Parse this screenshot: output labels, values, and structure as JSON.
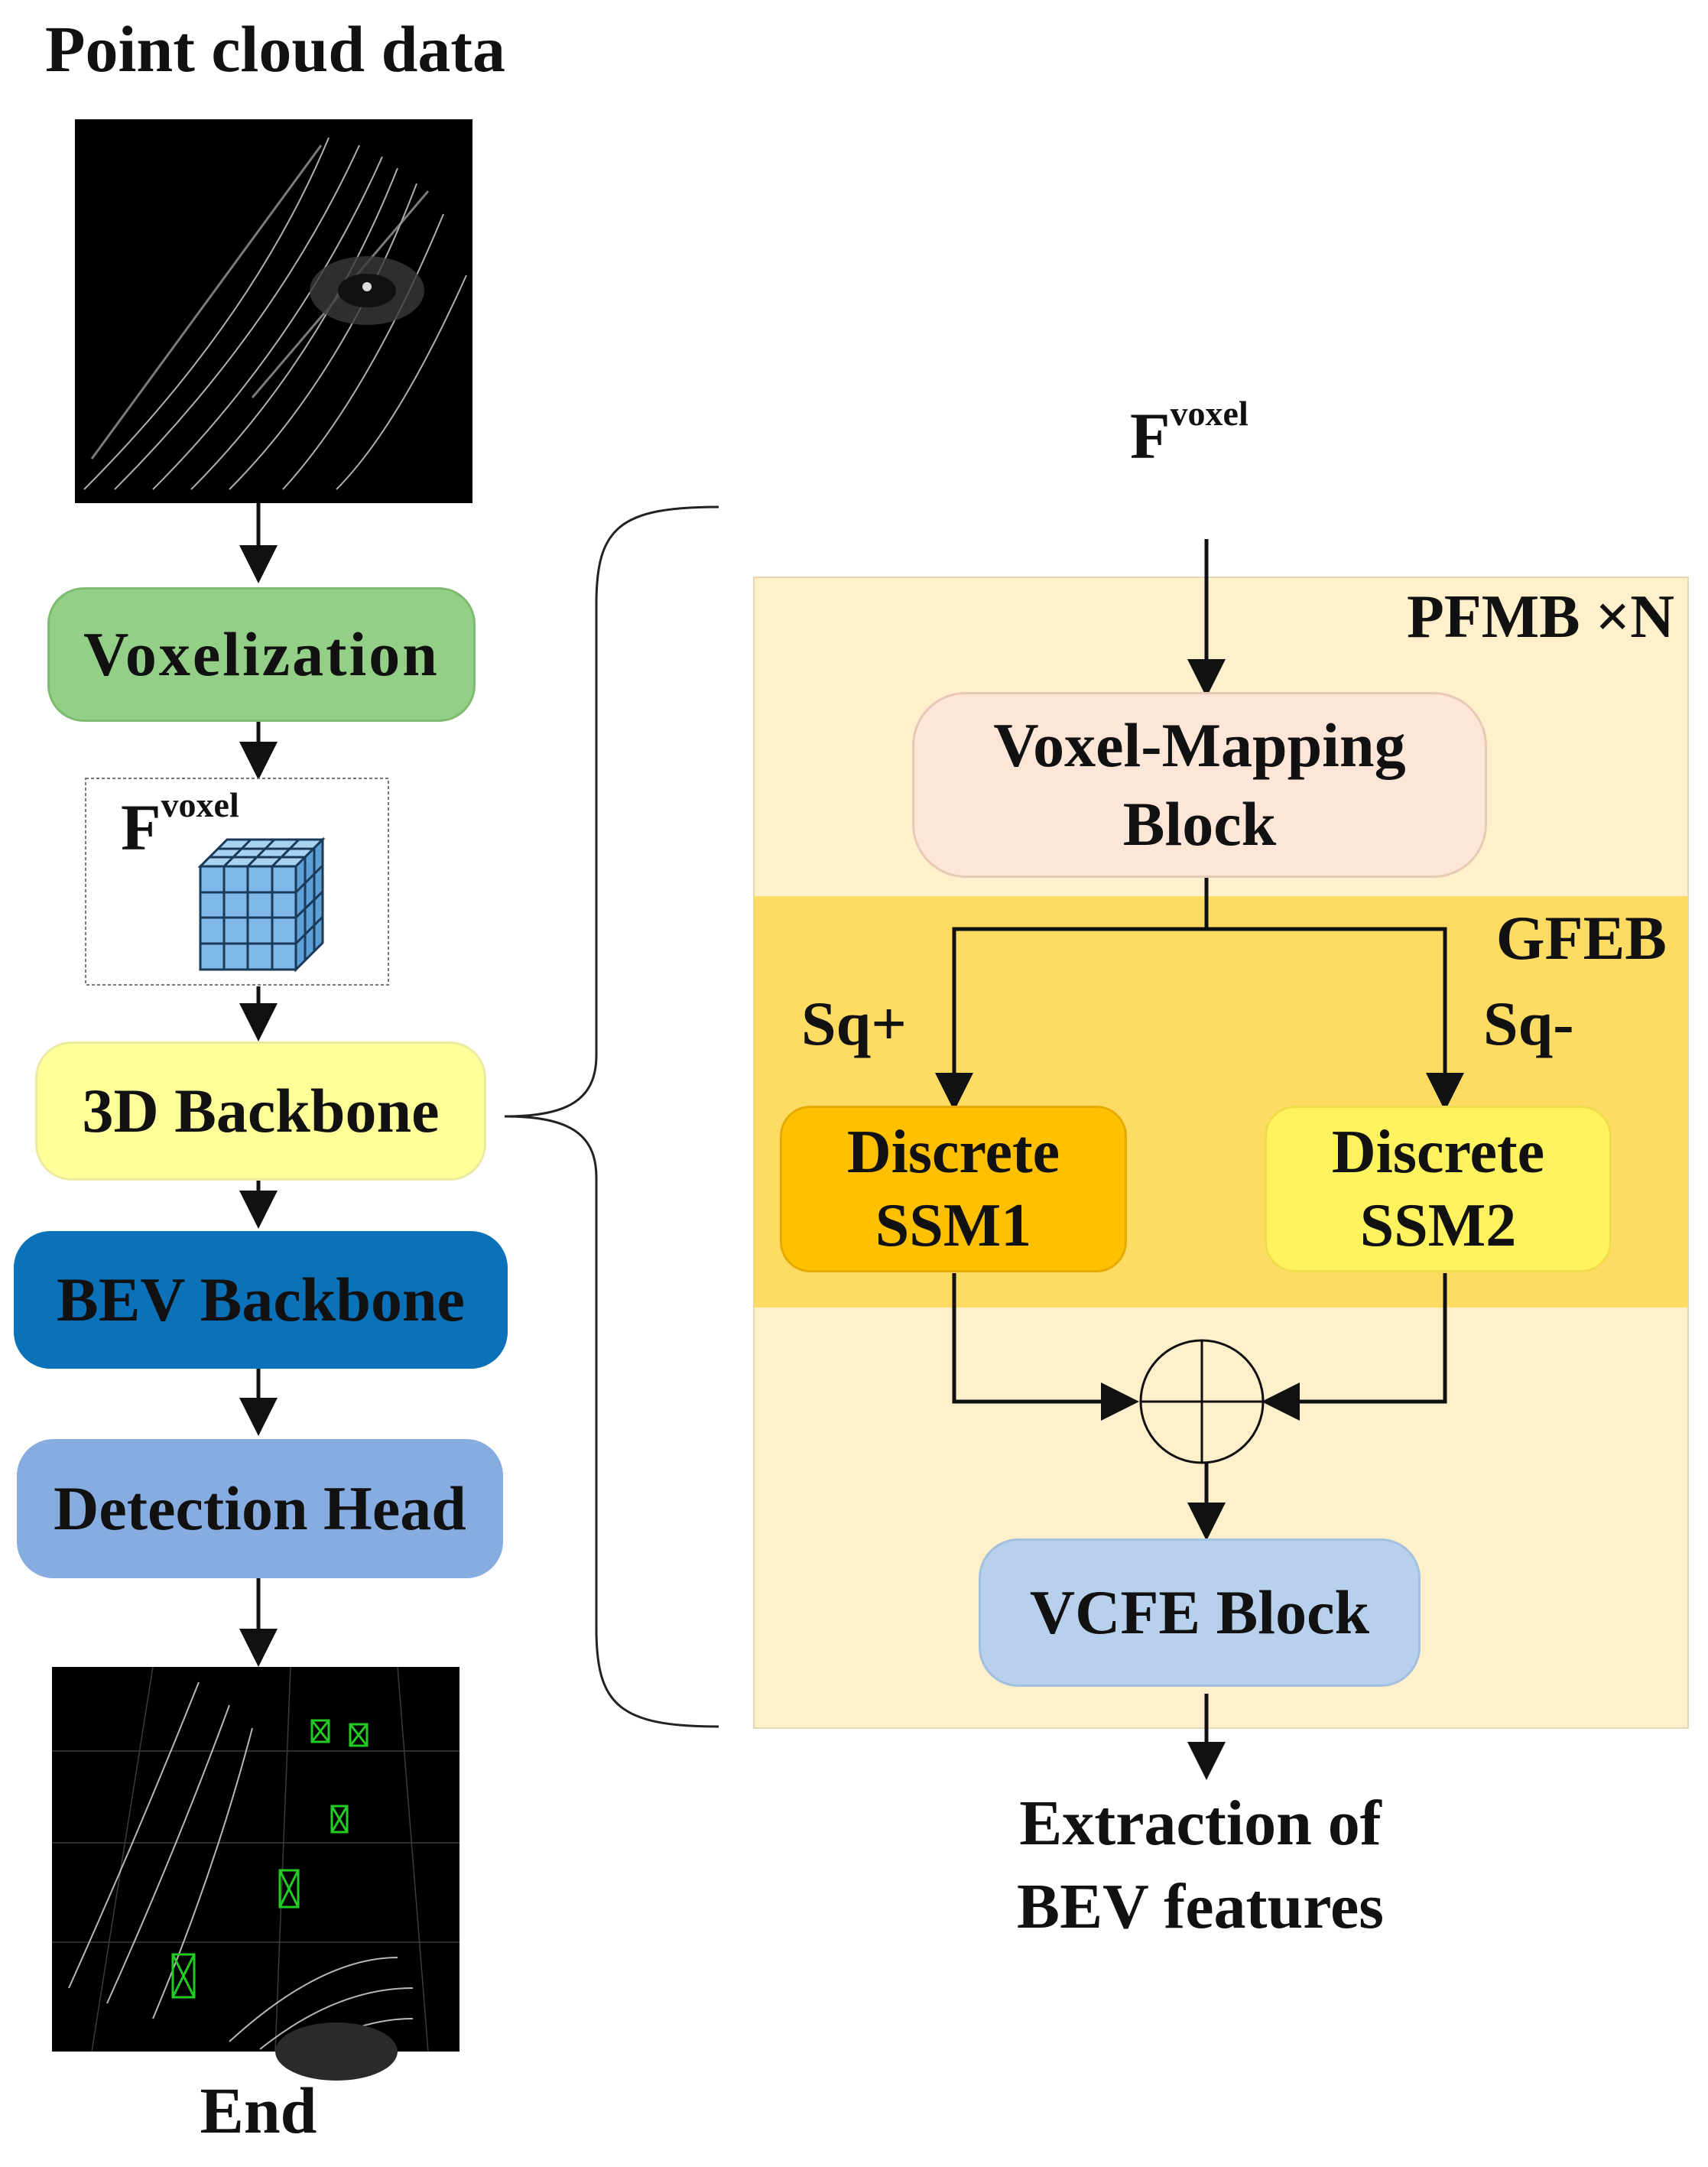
{
  "left_pipeline": {
    "input_label": "Point cloud data",
    "voxelization": "Voxelization",
    "feature_base": "F",
    "feature_sup": "voxel",
    "backbone_3d": "3D Backbone",
    "bev_backbone": "BEV Backbone",
    "detection_head": "Detection Head",
    "output_label": "End"
  },
  "right_detail": {
    "input_base": "F",
    "input_sup": "voxel",
    "pfmb_label": "PFMB ×N",
    "voxel_mapping": [
      "Voxel-Mapping",
      "Block"
    ],
    "gfeb_label": "GFEB",
    "sq_plus": "Sq+",
    "sq_minus": "Sq-",
    "ssm1": [
      "Discrete",
      "SSM1"
    ],
    "ssm2": [
      "Discrete",
      "SSM2"
    ],
    "vcfe": "VCFE Block",
    "output": [
      "Extraction of",
      "BEV features"
    ]
  },
  "colors": {
    "voxelization": "#93cf86",
    "feature_cube": "#7fb8e8",
    "backbone_3d": "#ffff9a",
    "bev_backbone": "#0b71b8",
    "detection_head": "#86ace0",
    "pfmb_panel": "#fef0cb",
    "gfeb_band": "#fedb63",
    "voxel_mapping": "#fde5d8",
    "ssm1": "#fec000",
    "ssm2": "#fef25e",
    "vcfe": "#b7d0ec",
    "detection_box": "#22cc22"
  }
}
